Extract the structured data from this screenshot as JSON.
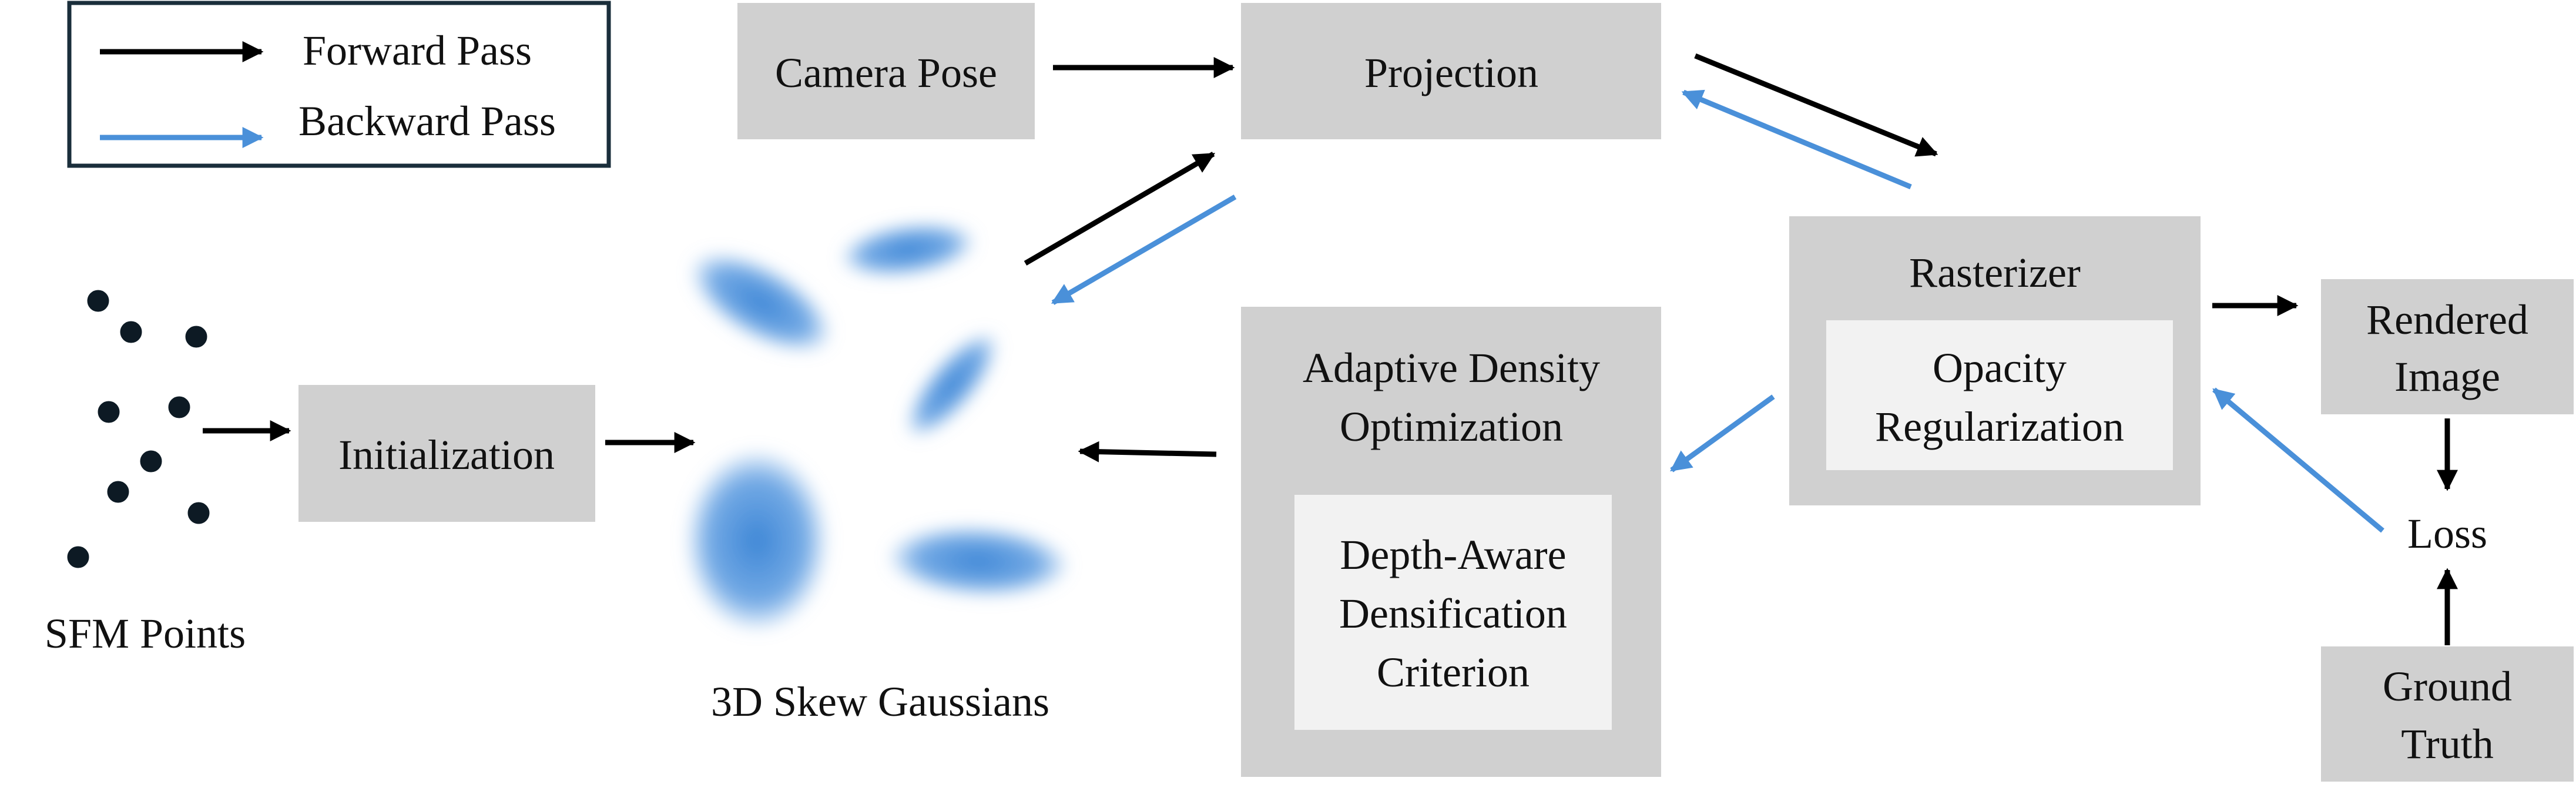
{
  "legend": {
    "forward_label": "Forward Pass",
    "backward_label": "Backward Pass"
  },
  "colors": {
    "forward_arrow": "#000000",
    "backward_arrow": "#4a90d9",
    "box_fill": "#d0d0d0",
    "inner_box_fill": "#f2f2f2",
    "legend_border": "#1a2e3b",
    "gaussian_blue": "#4a90d9",
    "point_color": "#0d1a24"
  },
  "nodes": {
    "camera_pose": "Camera Pose",
    "projection": "Projection",
    "rasterizer": "Rasterizer",
    "opacity_regularization": [
      "Opacity",
      "Regularization"
    ],
    "rendered_image": [
      "Rendered",
      "Image"
    ],
    "loss": "Loss",
    "ground_truth": [
      "Ground",
      "Truth"
    ],
    "initialization": "Initialization",
    "adaptive_density_optimization": [
      "Adaptive Density",
      "Optimization"
    ],
    "depth_aware_densification": [
      "Depth-Aware",
      "Densification",
      "Criterion"
    ]
  },
  "labels": {
    "sfm_points": "SFM Points",
    "skew_gaussians": "3D Skew Gaussians"
  }
}
